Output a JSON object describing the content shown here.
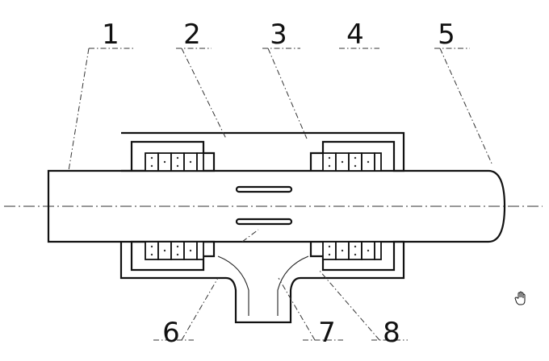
{
  "labels": [
    "1",
    "2",
    "3",
    "4",
    "5",
    "6",
    "7",
    "8"
  ],
  "colors": {
    "ink": "#111111",
    "paper": "#ffffff"
  },
  "icons": [
    "hand-cursor-icon"
  ]
}
